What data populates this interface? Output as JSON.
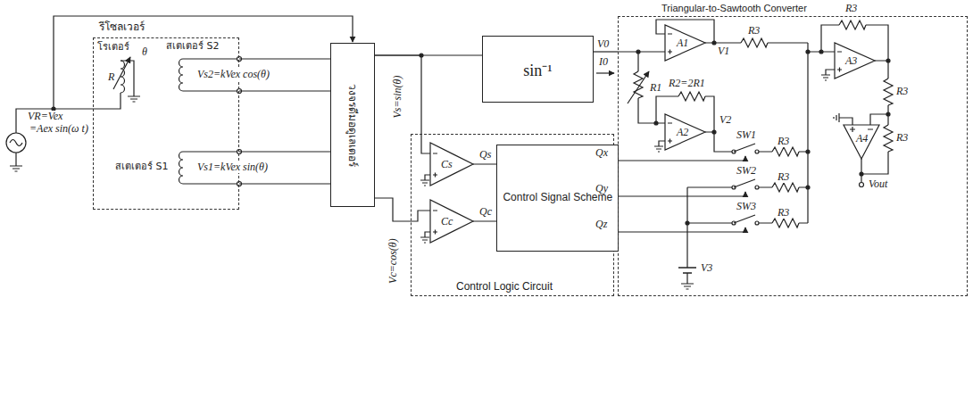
{
  "diagram": {
    "nodes": [
      {
        "text": [
          "รีโซลเวอร์"
        ]
      },
      {
        "text": [
          "วงจรดีมอดูเลเตอร์"
        ]
      },
      {
        "text": [
          "sin⁻¹"
        ]
      },
      {
        "text": [
          "Control Logic Circuit"
        ]
      },
      {
        "text": [
          "Control Signal Scheme"
        ],
        "in": 3
      },
      {
        "text": [
          "Triangular-to-Sawtooth Converter"
        ]
      }
    ],
    "edges": [
      {
        "from": 0,
        "to": 1,
        "arrow": "none"
      },
      {
        "from": 0,
        "to": 1,
        "arrow": "none"
      },
      {
        "from": 0,
        "to": 1,
        "arrow": "none"
      },
      {
        "from": 0,
        "to": 1,
        "arrow": "none"
      },
      {
        "from": 1,
        "to": 2,
        "arrow": "none"
      },
      {
        "from": 1,
        "to": 3,
        "arrow": "none"
      },
      {
        "from": 1,
        "to": 3,
        "arrow": "none"
      },
      {
        "from": 2,
        "to": 5,
        "label": "V0",
        "arrow": "none"
      },
      {
        "from": 4,
        "to": 5,
        "label": "Qx",
        "arrow": "none"
      },
      {
        "from": 4,
        "to": 5,
        "label": "Qy",
        "arrow": "none"
      },
      {
        "from": 4,
        "to": 5,
        "label": "Qz",
        "arrow": "none"
      }
    ],
    "labels": [
      "VR=Vex",
      "=Aex sin(ω t)",
      "โรเตอร์",
      "R",
      "θ",
      "สเตเตอร์ S2",
      "Vs2=kVex cos(θ)",
      "สเตเตอร์ S1",
      "Vs1=kVex sin(θ)",
      "Vs=sin(θ)",
      "Vc=cos(θ)",
      "I0",
      "Cs",
      "Cc",
      "Qs",
      "Qc",
      "A1",
      "V1",
      "R3",
      "R1",
      "R2=2R1",
      "A2",
      "V2",
      "SW1",
      "R3",
      "SW2",
      "R3",
      "SW3",
      "R3",
      "V3",
      "R3",
      "A3",
      "A4",
      "R3",
      "R3",
      "Vout"
    ]
  }
}
